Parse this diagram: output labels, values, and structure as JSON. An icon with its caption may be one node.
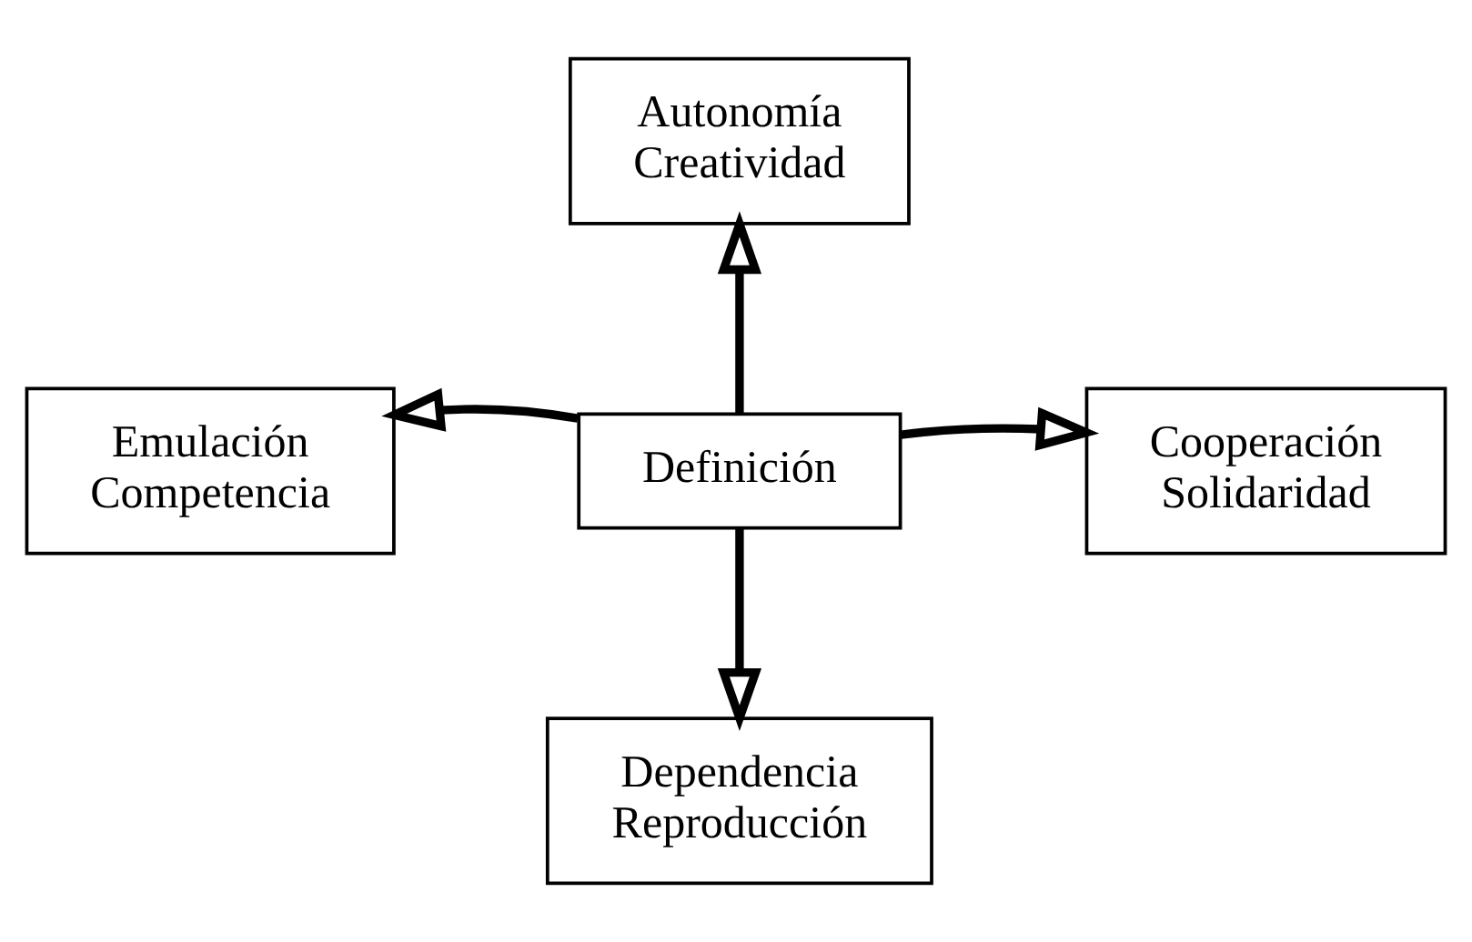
{
  "diagram": {
    "nodes": [
      {
        "text": [
          "Autonomía Creatividad"
        ]
      },
      {
        "text": [
          "Emulación Competencia"
        ]
      },
      {
        "text": [
          "Definición"
        ]
      },
      {
        "text": [
          "Cooperación Solidaridad"
        ]
      },
      {
        "text": [
          "Dependencia Reproducción"
        ]
      }
    ],
    "edges": [
      {
        "from": 2,
        "to": 0,
        "arrow": "to"
      },
      {
        "from": 2,
        "to": 1,
        "arrow": "to"
      },
      {
        "from": 2,
        "to": 3,
        "arrow": "to"
      },
      {
        "from": 2,
        "to": 4,
        "arrow": "to"
      }
    ]
  }
}
